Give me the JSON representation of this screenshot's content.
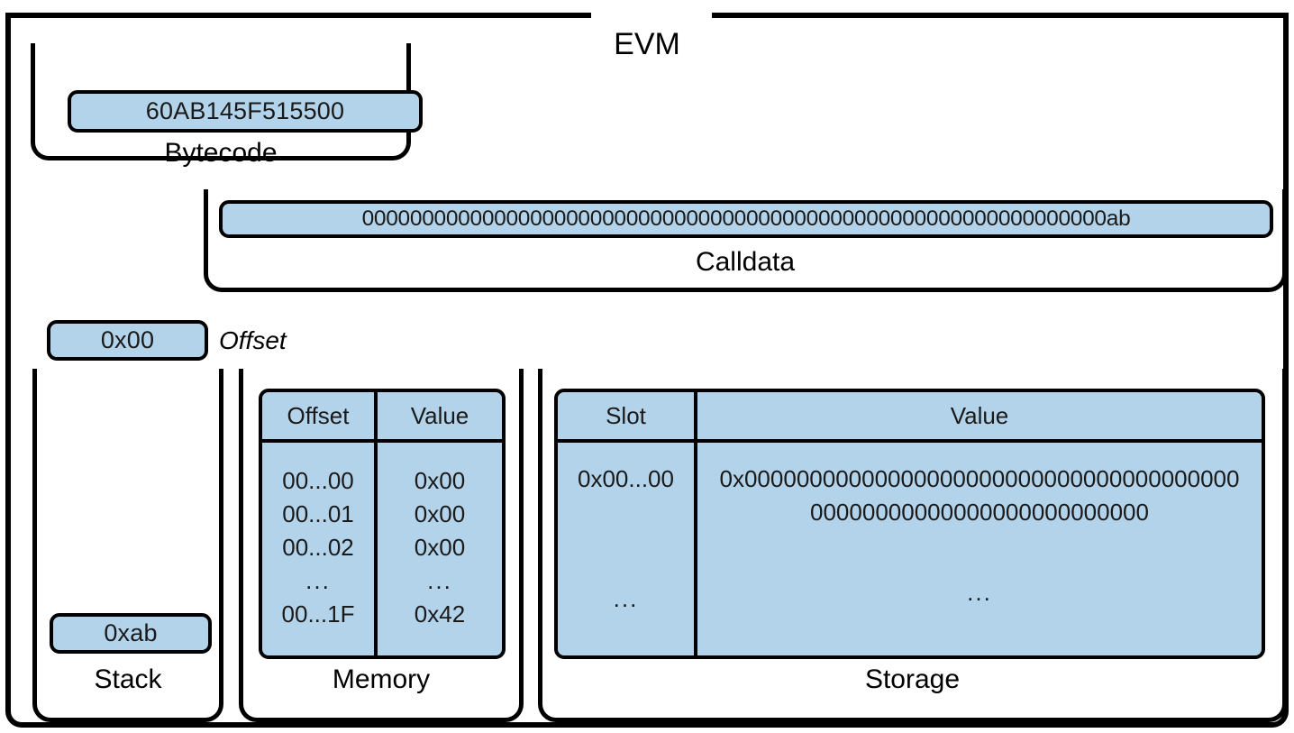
{
  "diagram": {
    "title": "EVM",
    "bytecode": {
      "title": "Bytecode",
      "value": "60AB145F515500"
    },
    "calldata": {
      "title": "Calldata",
      "value": "00000000000000000000000000000000000000000000000000000000000000ab"
    },
    "offset": {
      "label": "Offset",
      "value": "0x00"
    },
    "stack": {
      "title": "Stack",
      "top_item": "0xab"
    },
    "memory": {
      "title": "Memory",
      "columns": [
        "Offset",
        "Value"
      ],
      "rows": [
        {
          "offset": "00...00",
          "value": "0x00"
        },
        {
          "offset": "00...01",
          "value": "0x00"
        },
        {
          "offset": "00...02",
          "value": "0x00"
        },
        {
          "offset": "...",
          "value": "..."
        },
        {
          "offset": "00...1F",
          "value": "0x42"
        }
      ]
    },
    "storage": {
      "title": "Storage",
      "columns": [
        "Slot",
        "Value"
      ],
      "rows": [
        {
          "slot": "0x00...00",
          "value": "0x0000000000000000000000000000000000000000000000000000000000000000"
        },
        {
          "slot": "...",
          "value": "..."
        }
      ]
    },
    "colors": {
      "chip_fill": "#b3d3ea",
      "stroke": "#000000",
      "background": "#ffffff",
      "text": "#1a1a1a"
    }
  }
}
